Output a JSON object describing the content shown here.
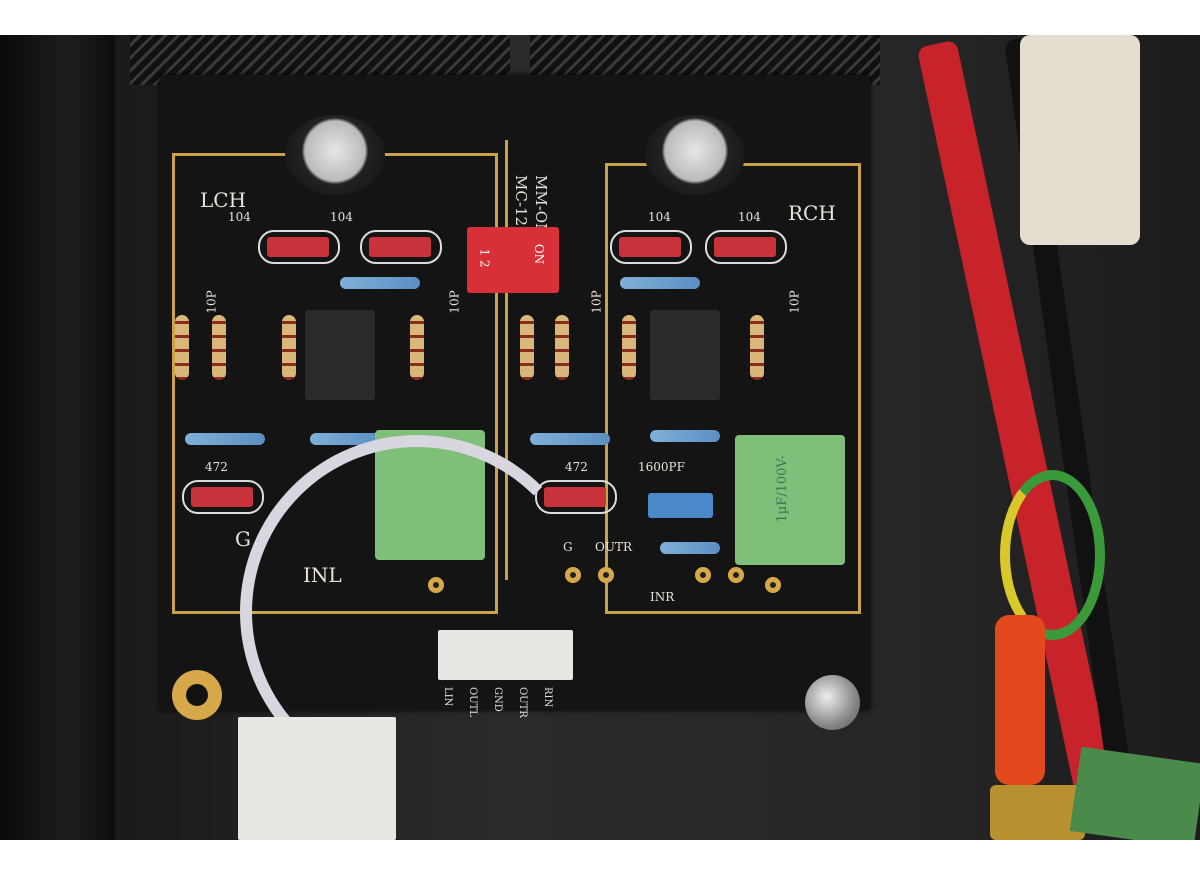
{
  "board": {
    "left_channel": "LCH",
    "right_channel": "RCH",
    "cap_labels": [
      "104",
      "104",
      "104",
      "104"
    ],
    "mode_labels": [
      "MC-12",
      "MM-ON"
    ],
    "dip_switch": {
      "on_label": "ON",
      "positions": "1 2"
    },
    "small_cap_labels": [
      "10P",
      "10P",
      "10P",
      "10P"
    ],
    "resistor_cap_labels": [
      "472",
      "472",
      "1600PF"
    ],
    "film_cap_label": "1µF/100V-",
    "left_inputs": [
      "G",
      "INL"
    ],
    "right_inputs": [
      "G",
      "OUTR",
      "INR"
    ],
    "connector_pins": [
      "LIN",
      "OUTL",
      "GND",
      "OUTR",
      "RIN"
    ]
  },
  "colors": {
    "silkscreen": "#e8e3d6",
    "trace_gold": "#c9a24a",
    "cap_red": "#c8323a",
    "film_green": "#7fbf7a"
  }
}
